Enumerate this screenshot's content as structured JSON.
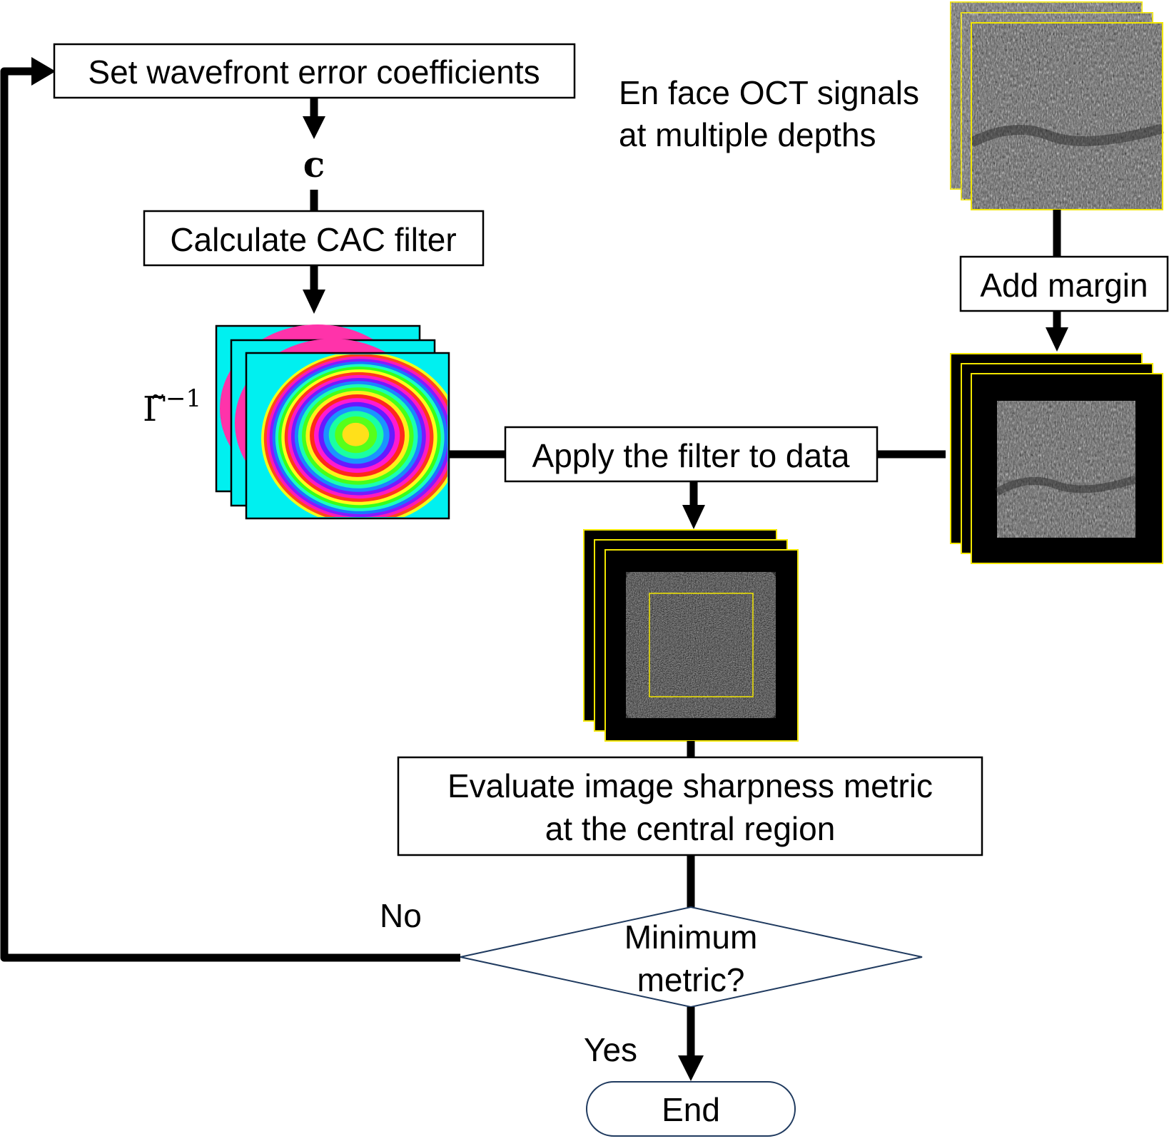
{
  "steps": {
    "set_coefficients": "Set wavefront error coefficients",
    "coefficient_symbol": "c",
    "calculate_filter": "Calculate CAC filter",
    "filter_symbol_base": "Γ̃",
    "filter_symbol_exponent": "−1",
    "input_label_line1": "En face OCT signals",
    "input_label_line2": "at multiple depths",
    "add_margin": "Add margin",
    "apply_filter": "Apply the filter to data",
    "evaluate_line1": "Evaluate image sharpness metric",
    "evaluate_line2": "at the central region",
    "decision_line1": "Minimum",
    "decision_line2": "metric?",
    "no_label": "No",
    "yes_label": "Yes",
    "end": "End"
  },
  "colors": {
    "filter_background": "#00f0f0",
    "image_frame": "#f2e600",
    "oct_gray": "#6a6a6a",
    "line": "#000000"
  }
}
